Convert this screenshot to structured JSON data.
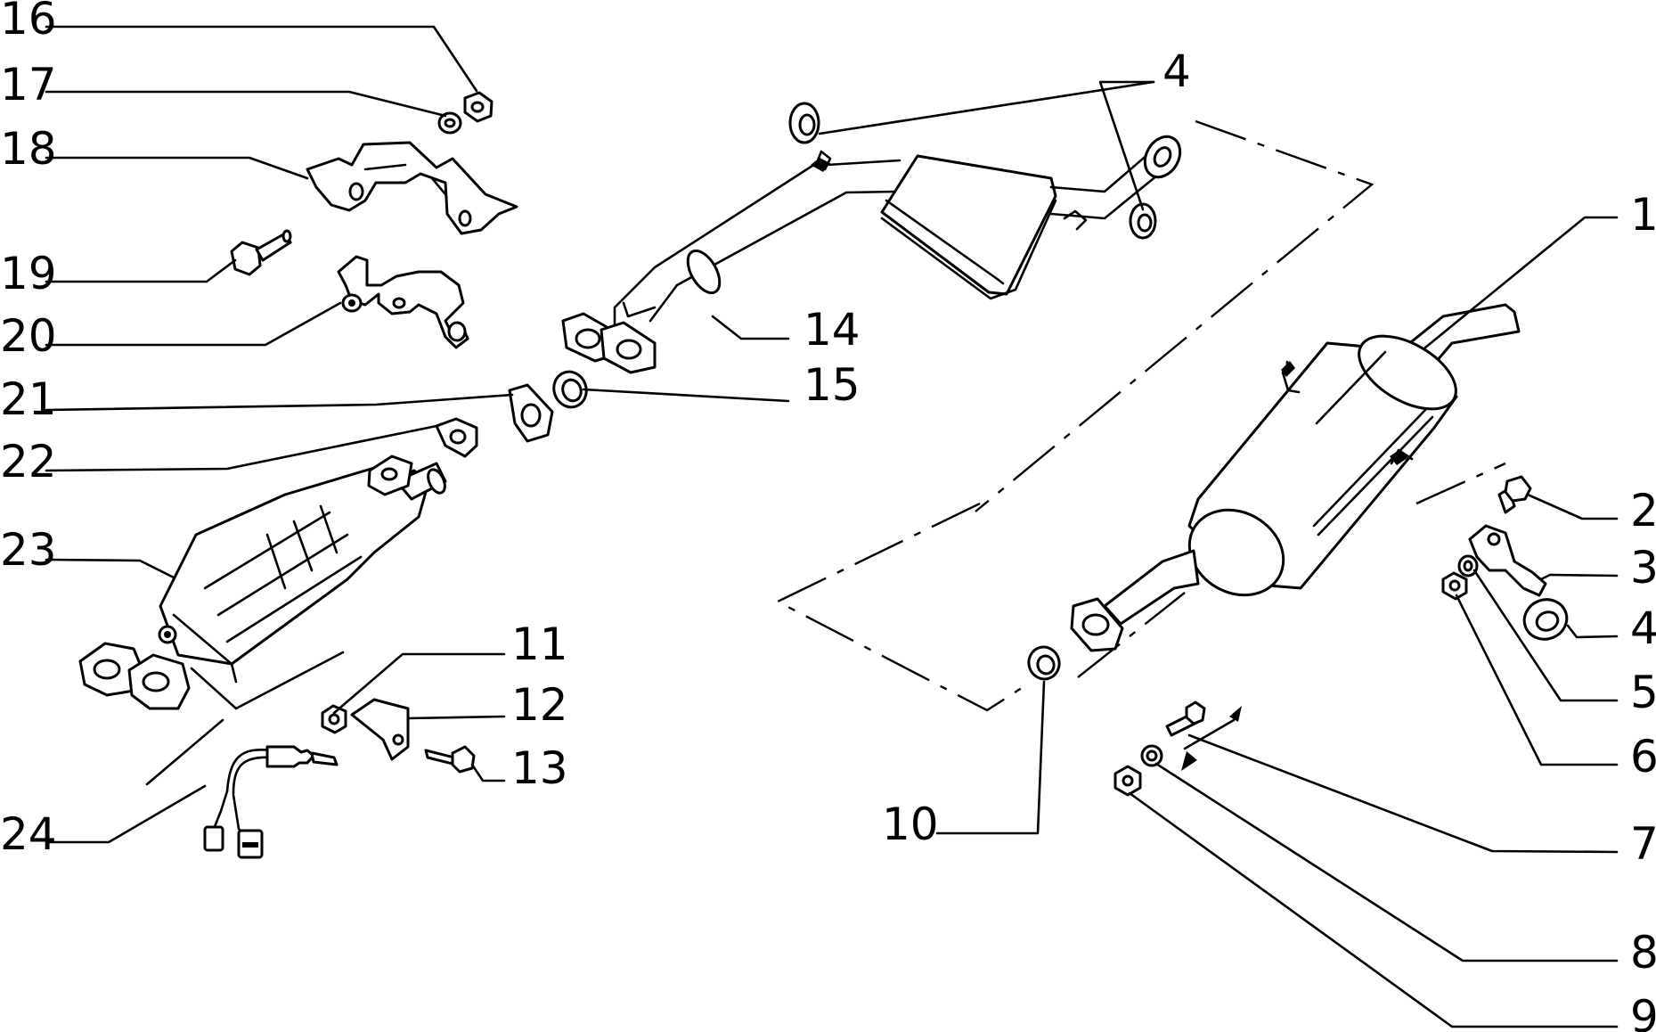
{
  "diagram": {
    "callouts": [
      {
        "id": "16",
        "label": "16"
      },
      {
        "id": "17",
        "label": "17"
      },
      {
        "id": "18",
        "label": "18"
      },
      {
        "id": "19",
        "label": "19"
      },
      {
        "id": "20",
        "label": "20"
      },
      {
        "id": "21",
        "label": "21"
      },
      {
        "id": "22",
        "label": "22"
      },
      {
        "id": "23",
        "label": "23"
      },
      {
        "id": "24",
        "label": "24"
      },
      {
        "id": "4-top",
        "label": "4"
      },
      {
        "id": "14",
        "label": "14"
      },
      {
        "id": "15",
        "label": "15"
      },
      {
        "id": "11",
        "label": "11"
      },
      {
        "id": "12",
        "label": "12"
      },
      {
        "id": "13",
        "label": "13"
      },
      {
        "id": "10",
        "label": "10"
      },
      {
        "id": "1",
        "label": "1"
      },
      {
        "id": "2",
        "label": "2"
      },
      {
        "id": "3",
        "label": "3"
      },
      {
        "id": "4-right",
        "label": "4"
      },
      {
        "id": "5",
        "label": "5"
      },
      {
        "id": "6",
        "label": "6"
      },
      {
        "id": "7",
        "label": "7"
      },
      {
        "id": "8",
        "label": "8"
      },
      {
        "id": "9",
        "label": "9"
      }
    ]
  }
}
